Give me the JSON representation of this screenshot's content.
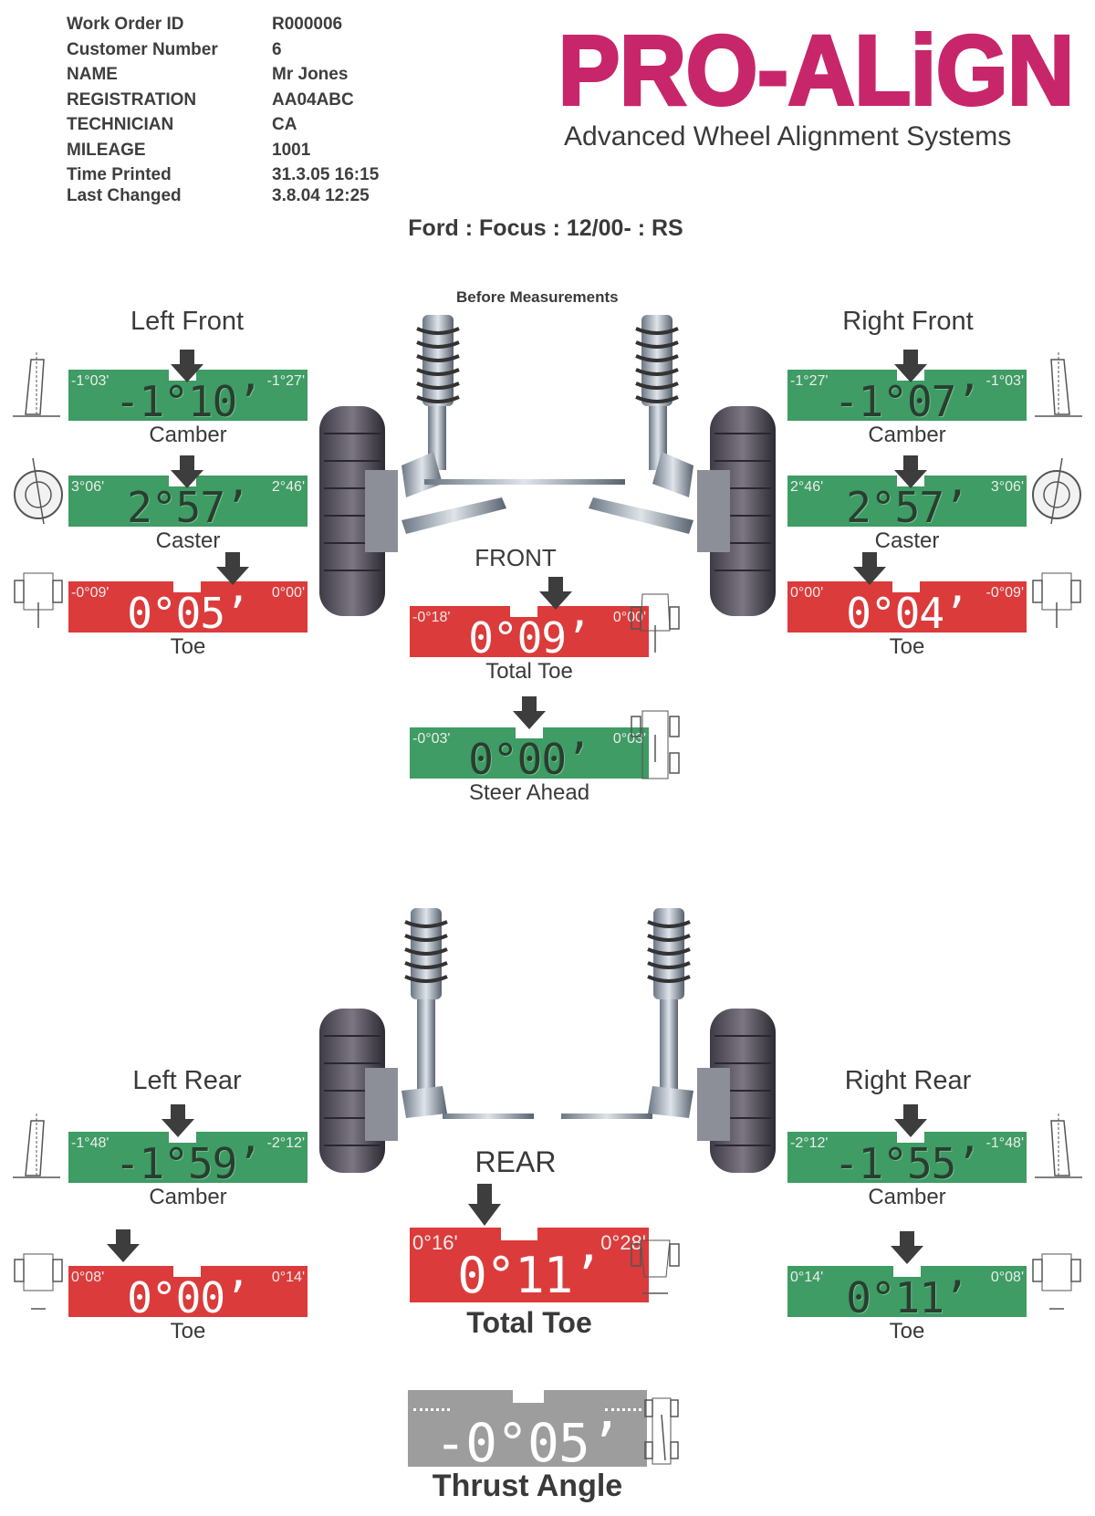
{
  "header": {
    "rows": [
      {
        "label": "Work Order ID",
        "value": "R000006"
      },
      {
        "label": "Customer Number",
        "value": "6"
      },
      {
        "label": "NAME",
        "value": "Mr Jones"
      },
      {
        "label": "REGISTRATION",
        "value": "AA04ABC"
      },
      {
        "label": "TECHNICIAN",
        "value": "CA"
      },
      {
        "label": "MILEAGE",
        "value": "1001"
      },
      {
        "label": "Time Printed",
        "value": "31.3.05 16:15"
      },
      {
        "label": "Last Changed",
        "value": "3.8.04 12:25"
      }
    ]
  },
  "logo": {
    "wordmark": "PRO-ALiGN",
    "tagline": "Advanced Wheel Alignment Systems",
    "color": "#c8266a"
  },
  "vehicle": "Ford : Focus : 12/00- : RS",
  "subtitle": "Before Measurements",
  "colors": {
    "in_spec": "#3e9c64",
    "out_of_spec": "#dc3b3b",
    "neutral": "#9d9d9d"
  },
  "front": {
    "axle_label": "FRONT",
    "left_title": "Left Front",
    "right_title": "Right Front",
    "left_camber": {
      "name": "Camber",
      "value": "-1°10",
      "min": "-1°03'",
      "max": "-1°27'",
      "status": "in_spec"
    },
    "left_caster": {
      "name": "Caster",
      "value": "2°57",
      "min": "3°06'",
      "max": "2°46'",
      "status": "in_spec"
    },
    "left_toe": {
      "name": "Toe",
      "value": "0°05",
      "min": "-0°09'",
      "max": "0°00'",
      "status": "out_of_spec"
    },
    "right_camber": {
      "name": "Camber",
      "value": "-1°07",
      "min": "-1°27'",
      "max": "-1°03'",
      "status": "in_spec"
    },
    "right_caster": {
      "name": "Caster",
      "value": "2°57",
      "min": "2°46'",
      "max": "3°06'",
      "status": "in_spec"
    },
    "right_toe": {
      "name": "Toe",
      "value": "0°04",
      "min": "0°00'",
      "max": "-0°09'",
      "status": "out_of_spec"
    },
    "total_toe": {
      "name": "Total Toe",
      "value": "0°09",
      "min": "-0°18'",
      "max": "0°00'",
      "status": "out_of_spec"
    },
    "steer_ahead": {
      "name": "Steer Ahead",
      "value": "0°00",
      "min": "-0°03'",
      "max": "0°03'",
      "status": "in_spec"
    }
  },
  "rear": {
    "axle_label": "REAR",
    "left_title": "Left Rear",
    "right_title": "Right Rear",
    "left_camber": {
      "name": "Camber",
      "value": "-1°59",
      "min": "-1°48'",
      "max": "-2°12'",
      "status": "in_spec"
    },
    "left_toe": {
      "name": "Toe",
      "value": "0°00",
      "min": "0°08'",
      "max": "0°14'",
      "status": "out_of_spec"
    },
    "right_camber": {
      "name": "Camber",
      "value": "-1°55",
      "min": "-2°12'",
      "max": "-1°48'",
      "status": "in_spec"
    },
    "right_toe": {
      "name": "Toe",
      "value": "0°11",
      "min": "0°14'",
      "max": "0°08'",
      "status": "in_spec"
    },
    "total_toe": {
      "name": "Total Toe",
      "value": "0°11",
      "min": "0°16'",
      "max": "0°28'",
      "status": "out_of_spec"
    },
    "thrust_angle": {
      "name": "Thrust Angle",
      "value": "-0°05",
      "status": "neutral"
    }
  },
  "icons": {
    "camber": "camber-diagram-icon",
    "caster": "caster-wheel-icon",
    "toe": "toe-diagram-icon",
    "total_toe": "total-toe-diagram-icon",
    "steer": "steer-ahead-icon",
    "thrust": "thrust-angle-icon",
    "suspension": "suspension-assembly-illustration"
  }
}
